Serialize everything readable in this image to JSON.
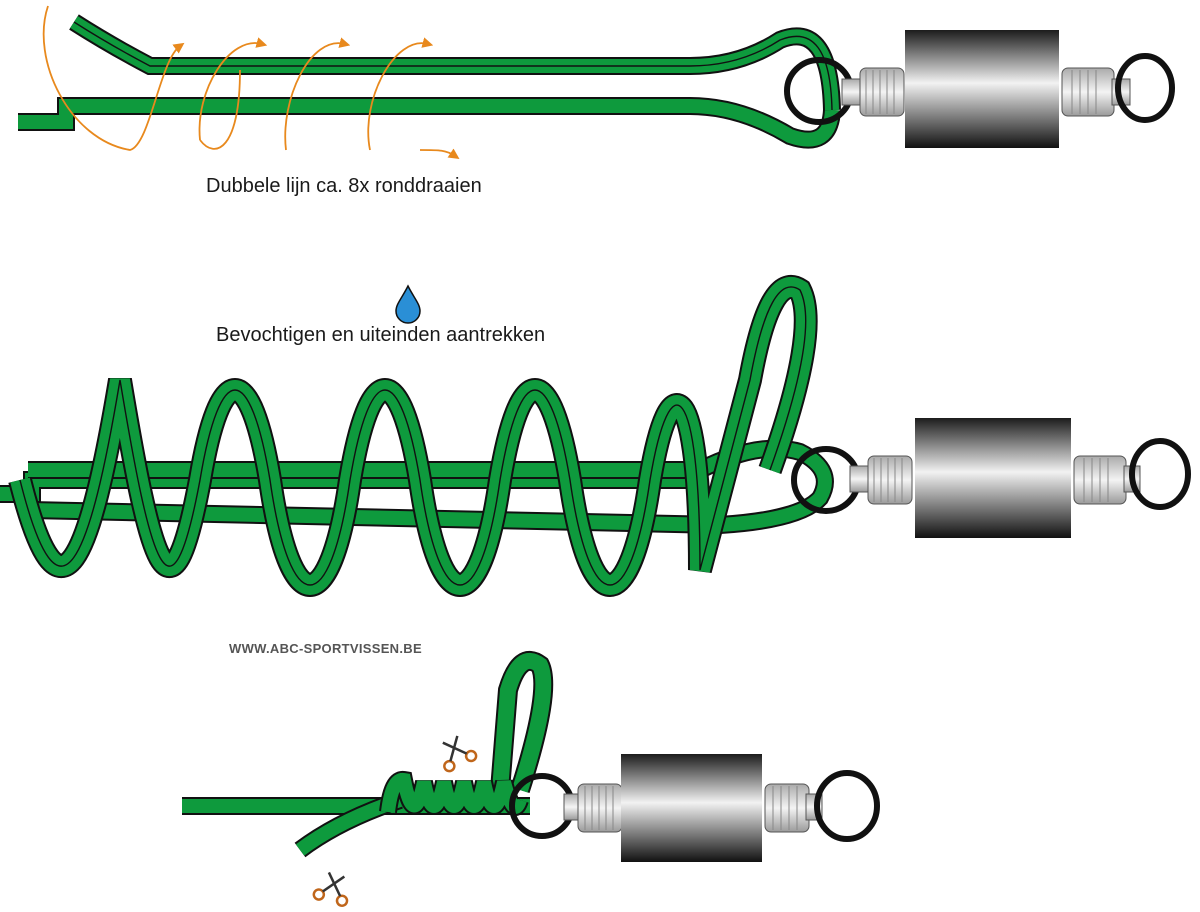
{
  "steps": {
    "step1_caption": "Dubbele lijn ca. 8x ronddraaien",
    "step2_caption": "Bevochtigen en uiteinden aantrekken",
    "website": "WWW.ABC-SPORTVISSEN.BE"
  },
  "colors": {
    "line": "#0e9a3d",
    "line_outline": "#111111",
    "arrow": "#e8891d",
    "water_drop": "#2a8fd6",
    "scissors": "#c0661b"
  },
  "icons": [
    "water-drop-icon",
    "scissors-icon",
    "swivel-icon",
    "split-ring-icon"
  ]
}
